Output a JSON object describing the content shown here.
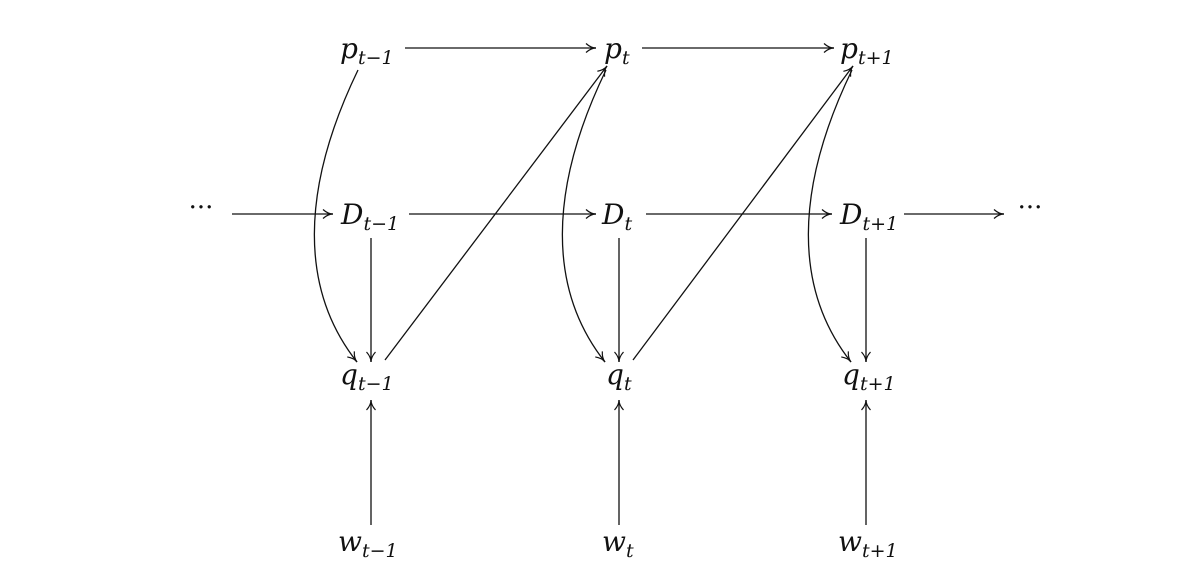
{
  "nodes": [
    {
      "id": "p_tm1",
      "base": "p",
      "sub": "t−1"
    },
    {
      "id": "p_t",
      "base": "p",
      "sub": "t"
    },
    {
      "id": "p_tp1",
      "base": "p",
      "sub": "t+1"
    },
    {
      "id": "D_tm1",
      "base": "D",
      "sub": "t−1"
    },
    {
      "id": "D_t",
      "base": "D",
      "sub": "t"
    },
    {
      "id": "D_tp1",
      "base": "D",
      "sub": "t+1"
    },
    {
      "id": "q_tm1",
      "base": "q",
      "sub": "t−1"
    },
    {
      "id": "q_t",
      "base": "q",
      "sub": "t"
    },
    {
      "id": "q_tp1",
      "base": "q",
      "sub": "t+1"
    },
    {
      "id": "w_tm1",
      "base": "w",
      "sub": "t−1"
    },
    {
      "id": "w_t",
      "base": "w",
      "sub": "t"
    },
    {
      "id": "w_tp1",
      "base": "w",
      "sub": "t+1"
    }
  ],
  "ellipsis": {
    "left": "···",
    "right": "···"
  },
  "edges": [
    {
      "from": "p_tm1",
      "to": "p_t"
    },
    {
      "from": "p_t",
      "to": "p_tp1"
    },
    {
      "from": "ellipsis_left",
      "to": "D_tm1"
    },
    {
      "from": "D_tm1",
      "to": "D_t"
    },
    {
      "from": "D_t",
      "to": "D_tp1"
    },
    {
      "from": "D_tp1",
      "to": "ellipsis_right"
    },
    {
      "from": "D_tm1",
      "to": "q_tm1"
    },
    {
      "from": "D_t",
      "to": "q_t"
    },
    {
      "from": "D_tp1",
      "to": "q_tp1"
    },
    {
      "from": "w_tm1",
      "to": "q_tm1"
    },
    {
      "from": "w_t",
      "to": "q_t"
    },
    {
      "from": "w_tp1",
      "to": "q_tp1"
    },
    {
      "from": "q_tm1",
      "to": "p_t"
    },
    {
      "from": "q_t",
      "to": "p_tp1"
    },
    {
      "from": "p_tm1",
      "to": "q_tm1",
      "curved": true
    },
    {
      "from": "p_t",
      "to": "q_t",
      "curved": true
    },
    {
      "from": "p_tp1",
      "to": "q_tp1",
      "curved": true
    }
  ]
}
